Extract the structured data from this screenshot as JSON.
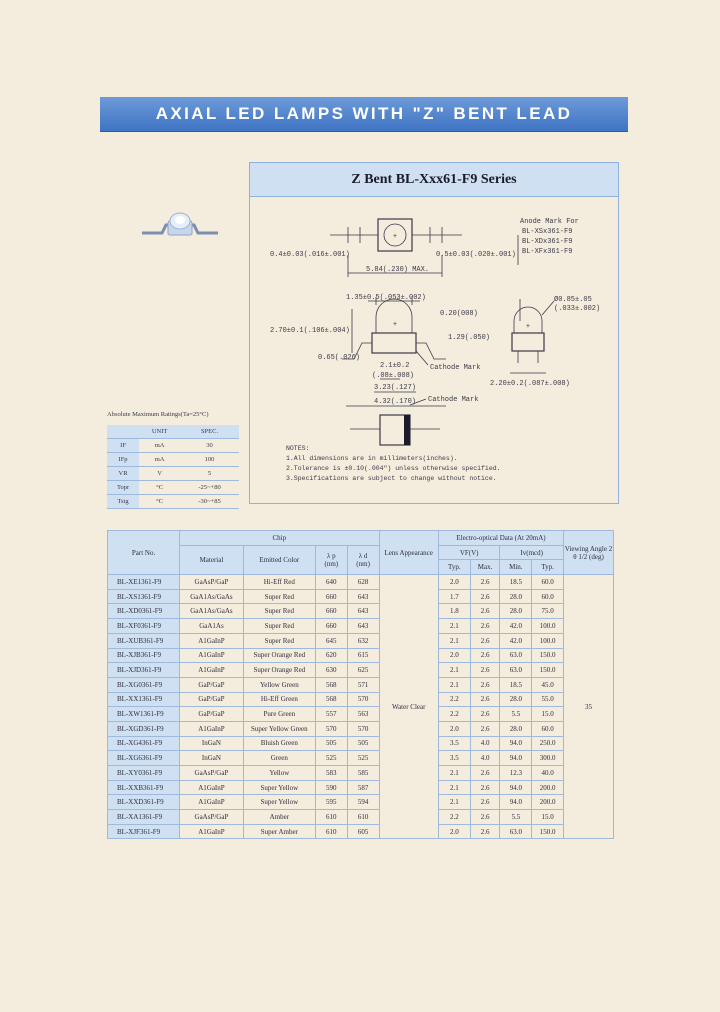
{
  "banner": {
    "title": "AXIAL LED LAMPS WITH \"Z\" BENT LEAD"
  },
  "drawing": {
    "series_title": "Z Bent BL-Xxx61-F9 Series",
    "anode_mark_label": "Anode Mark For",
    "anode_parts": [
      "BL-XSx361-F9",
      "BL-XDx361-F9",
      "BL-XFx361-F9"
    ],
    "dims": {
      "lead_left": "0.4±0.03(.016±.001)",
      "lead_right": "0.5±0.03(.020±.001)",
      "length_max": "5.84(.230) MAX.",
      "top_width": "1.35±0.5(.053±.002)",
      "d020": "0.20(008)",
      "height": "2.70±0.1(.106±.004)",
      "d129": "1.29(.050)",
      "d065": "0.65(.026)",
      "d21": "2.1±0.2",
      "d21b": "(.08±.008)",
      "d323": "3.23(.127)",
      "d432": "4.32(.170)",
      "side_top": "Ø0.85±.05",
      "side_top_b": "(.033±.002)",
      "side_width": "2.20±0.2(.087±.008)",
      "cathode_mark": "Cathode Mark",
      "cathode_mark2": "Cathode Mark"
    },
    "notes": [
      "NOTES:",
      "1.All dimensions are in millimeters(inches).",
      "2.Tolerance is ±0.10(.004\") unless otherwise specified.",
      "3.Specifications are subject to change without notice."
    ]
  },
  "ratings": {
    "title": "Absolute Maximum Ratings(Ta=25°C)",
    "headers": [
      "",
      "UNIT",
      "SPEC."
    ],
    "rows": [
      [
        "IF",
        "mA",
        "30"
      ],
      [
        "IFp",
        "mA",
        "100"
      ],
      [
        "VR",
        "V",
        "5"
      ],
      [
        "Topr",
        "°C",
        "-25~+80"
      ],
      [
        "Tstg",
        "°C",
        "-30~+85"
      ]
    ]
  },
  "table": {
    "h_part": "Part No.",
    "h_chip": "Chip",
    "h_material": "Material",
    "h_color": "Emitted Color",
    "h_lp": "λ p",
    "h_lp_unit": "(nm)",
    "h_ld": "λ d",
    "h_ld_unit": "(nm)",
    "h_lens": "Lens Appearance",
    "h_eo": "Electro-optical Data (At 20mA)",
    "h_vf": "VF(V)",
    "h_iv": "Iv(mcd)",
    "h_typ": "Typ.",
    "h_max": "Max.",
    "h_min": "Min.",
    "h_typ2": "Typ.",
    "h_view": "Viewing Angle 2 θ 1/2 (deg)",
    "lens": "Water Clear",
    "viewing": "35",
    "rows": [
      [
        "BL-XE1361-F9",
        "GaAsP/GaP",
        "Hi-Eff Red",
        "640",
        "628",
        "2.0",
        "2.6",
        "18.5",
        "60.0"
      ],
      [
        "BL-XS1361-F9",
        "GaA1As/GaAs",
        "Super Red",
        "660",
        "643",
        "1.7",
        "2.6",
        "28.0",
        "60.0"
      ],
      [
        "BL-XD0361-F9",
        "GaA1As/GaAs",
        "Super Red",
        "660",
        "643",
        "1.8",
        "2.6",
        "28.0",
        "75.0"
      ],
      [
        "BL-XF0361-F9",
        "GaA1As",
        "Super Red",
        "660",
        "643",
        "2.1",
        "2.6",
        "42.0",
        "100.0"
      ],
      [
        "BL-XUB361-F9",
        "A1GaInP",
        "Super Red",
        "645",
        "632",
        "2.1",
        "2.6",
        "42.0",
        "100.0"
      ],
      [
        "BL-XJB361-F9",
        "A1GaInP",
        "Super Orange Red",
        "620",
        "615",
        "2.0",
        "2.6",
        "63.0",
        "150.0"
      ],
      [
        "BL-XJD361-F9",
        "A1GaInP",
        "Super Orange Red",
        "630",
        "625",
        "2.1",
        "2.6",
        "63.0",
        "150.0"
      ],
      [
        "BL-XG0361-F9",
        "GaP/GaP",
        "Yellow Green",
        "568",
        "571",
        "2.1",
        "2.6",
        "18.5",
        "45.0"
      ],
      [
        "BL-XX1361-F9",
        "GaP/GaP",
        "Hi-Eff Green",
        "568",
        "570",
        "2.2",
        "2.6",
        "28.0",
        "55.0"
      ],
      [
        "BL-XW1361-F9",
        "GaP/GaP",
        "Pure Green",
        "557",
        "563",
        "2.2",
        "2.6",
        "5.5",
        "15.0"
      ],
      [
        "BL-XGD361-F9",
        "A1GaInP",
        "Super Yellow Green",
        "570",
        "570",
        "2.0",
        "2.6",
        "28.0",
        "60.0"
      ],
      [
        "BL-XG4361-F9",
        "InGaN",
        "Bluish Green",
        "505",
        "505",
        "3.5",
        "4.0",
        "94.0",
        "250.0"
      ],
      [
        "BL-XG6361-F9",
        "InGaN",
        "Green",
        "525",
        "525",
        "3.5",
        "4.0",
        "94.0",
        "300.0"
      ],
      [
        "BL-XY0361-F9",
        "GaAsP/GaP",
        "Yellow",
        "583",
        "585",
        "2.1",
        "2.6",
        "12.3",
        "40.0"
      ],
      [
        "BL-XXB361-F9",
        "A1GaInP",
        "Super Yellow",
        "590",
        "587",
        "2.1",
        "2.6",
        "94.0",
        "200.0"
      ],
      [
        "BL-XXD361-F9",
        "A1GaInP",
        "Super Yellow",
        "595",
        "594",
        "2.1",
        "2.6",
        "94.0",
        "200.0"
      ],
      [
        "BL-XA1361-F9",
        "GaAsP/GaP",
        "Amber",
        "610",
        "610",
        "2.2",
        "2.6",
        "5.5",
        "15.0"
      ],
      [
        "BL-XJF361-F9",
        "A1GaInP",
        "Super Amber",
        "610",
        "605",
        "2.0",
        "2.6",
        "63.0",
        "150.0"
      ]
    ]
  }
}
